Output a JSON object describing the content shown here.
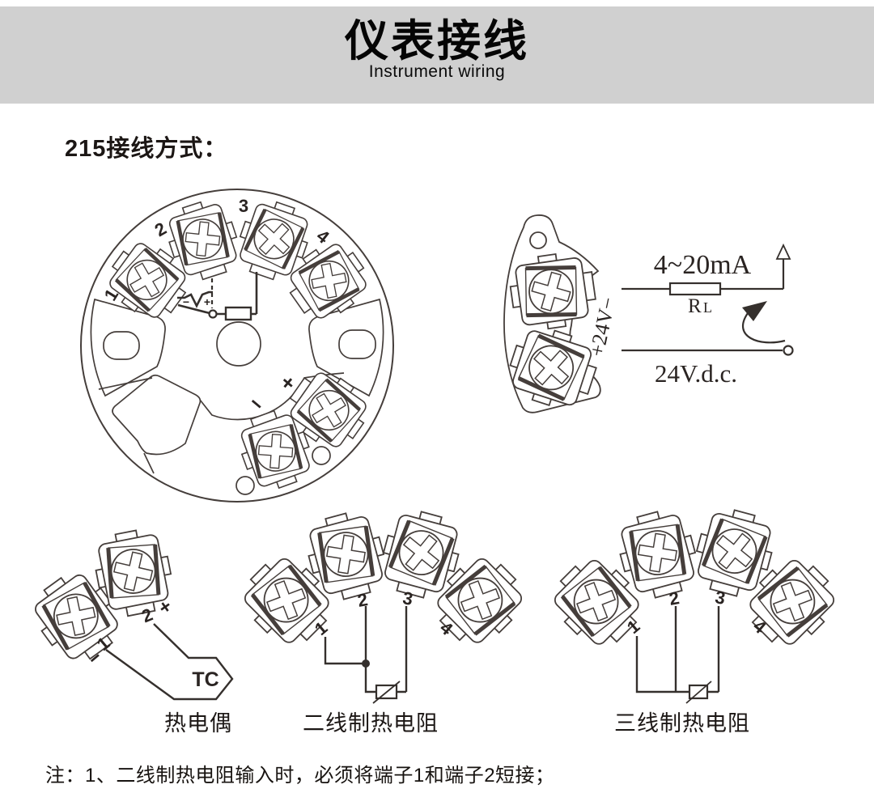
{
  "header": {
    "title": "仪表接线",
    "subtitle": "Instrument wiring",
    "banner_color": "#d0d0d0"
  },
  "section": {
    "heading": "215接线方式："
  },
  "terminal_head": {
    "labels": {
      "t1": "1",
      "t2": "2",
      "t3": "3",
      "t4": "4"
    },
    "output_plus": "+",
    "output_minus": "−",
    "sensor_minus": "−",
    "sensor_plus": "+"
  },
  "loop_circuit": {
    "current_range": "4~20mA",
    "load_r": "R",
    "load_sub": "L",
    "supply": "24V.d.c.",
    "polarity": "+24V−"
  },
  "examples": {
    "tc": {
      "t1": "1",
      "t2": "2",
      "minus": "−",
      "plus": "+",
      "sensor": "TC",
      "caption": "热电偶"
    },
    "rtd2": {
      "t1": "1",
      "t2": "2",
      "t3": "3",
      "t4": "4",
      "caption": "二线制热电阻"
    },
    "rtd3": {
      "t1": "1",
      "t2": "2",
      "t3": "3",
      "t4": "4",
      "caption": "三线制热电阻"
    }
  },
  "note": "注：1、二线制热电阻输入时，必须将端子1和端子2短接；",
  "colors": {
    "line": "#453e3b",
    "banner": "#d0d0d0",
    "background": "#ffffff"
  }
}
